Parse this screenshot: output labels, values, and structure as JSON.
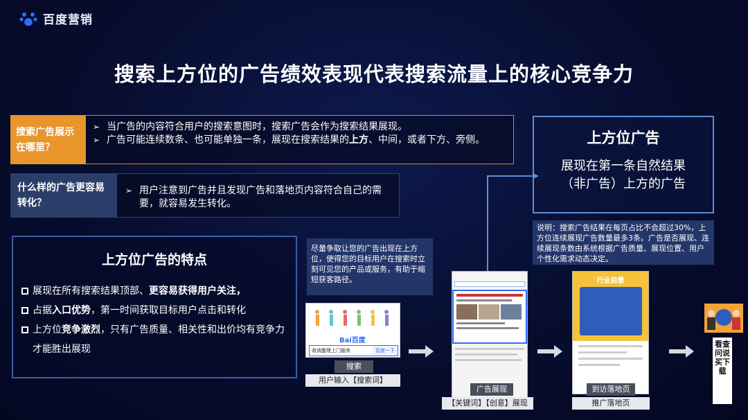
{
  "brand": {
    "name": "百度营销",
    "accent": "#2f6cf4"
  },
  "title": "搜索上方位的广告绩效表现代表搜索流量上的核心竞争力",
  "q1": {
    "question": "搜索广告展示在哪里？",
    "answer_1": "当广告的内容符合用户的搜索意图时，搜索广告会作为搜索结果展现。",
    "answer_2_pre": "广告可能连续数条、也可能单独一条，展现在搜索结果的",
    "answer_2_bold": "上方",
    "answer_2_post": "、中间，或者下方、旁侧。"
  },
  "q2": {
    "question": "什么样的广告更容易转化？",
    "answer": "用户注意到广告并且发现广告和落地页内容符合自己的需要，就容易发生转化。"
  },
  "features": {
    "title": "上方位广告的特点",
    "item1_pre": "展现在所有搜索结果顶部、",
    "item1_bold": "更容易获得用户关注，",
    "item2_pre": "占据",
    "item2_bold": "入口优势",
    "item2_post": "，第一时间获取目标用户点击和转化",
    "item3_pre": "上方位",
    "item3_bold": "竞争激烈",
    "item3_post": "，只有广告质量、相关性和出价均有竞争力才能胜出展现"
  },
  "upper_ad": {
    "title": "上方位广告",
    "desc_line1": "展现在第一条自然结果",
    "desc_line2": "（非广告）上方的广告"
  },
  "note": "说明：搜索广告结果在每页占比不会超过30%，上方位连续展现广告数量最多3条。广告是否展现、连续展现条数由系统根据广告质量、展现位置、用户个性化需求动态决定。",
  "hint": "尽量争取让您的广告出现在上方位，使得您的目标用户在搜索时立刻可见您的产品或服务，有助于缩短获客路径。",
  "flow": {
    "search_btn": "搜索",
    "search_caption": "用户输入【搜索词】",
    "search_query": "收纳整理上门服务",
    "search_go": "百度一下",
    "baidu_logo": "Bai百度",
    "ad_btn": "广告展现",
    "ad_caption": "【关键词】【创意】展现",
    "landing_btn": "到访落地页",
    "landing_caption": "推广落地页",
    "landing_banner": "行业前景",
    "side_button": "看查问说买下载"
  }
}
